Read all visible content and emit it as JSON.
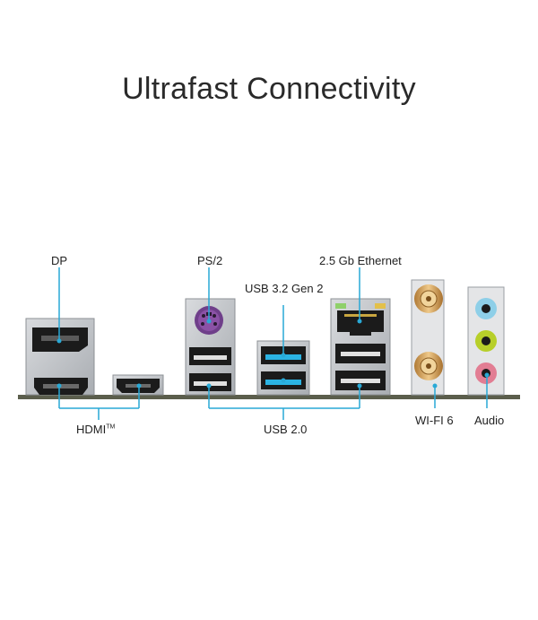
{
  "title": "Ultrafast Connectivity",
  "labels": {
    "dp": "DP",
    "ps2": "PS/2",
    "usb32": "USB 3.2 Gen 2",
    "ethernet": "2.5 Gb Ethernet",
    "hdmi": "HDMI",
    "hdmi_tm": "TM",
    "usb20": "USB 2.0",
    "wifi": "WI-FI 6",
    "audio": "Audio"
  },
  "colors": {
    "callout": "#29a9d6",
    "usb3_blue": "#2bb3e3",
    "ps2_purple": "#8b52a6",
    "audio_blue": "#8ecfe8",
    "audio_green": "#b7cf2a",
    "audio_pink": "#e27d93",
    "antenna_gold": "#d7a560"
  }
}
